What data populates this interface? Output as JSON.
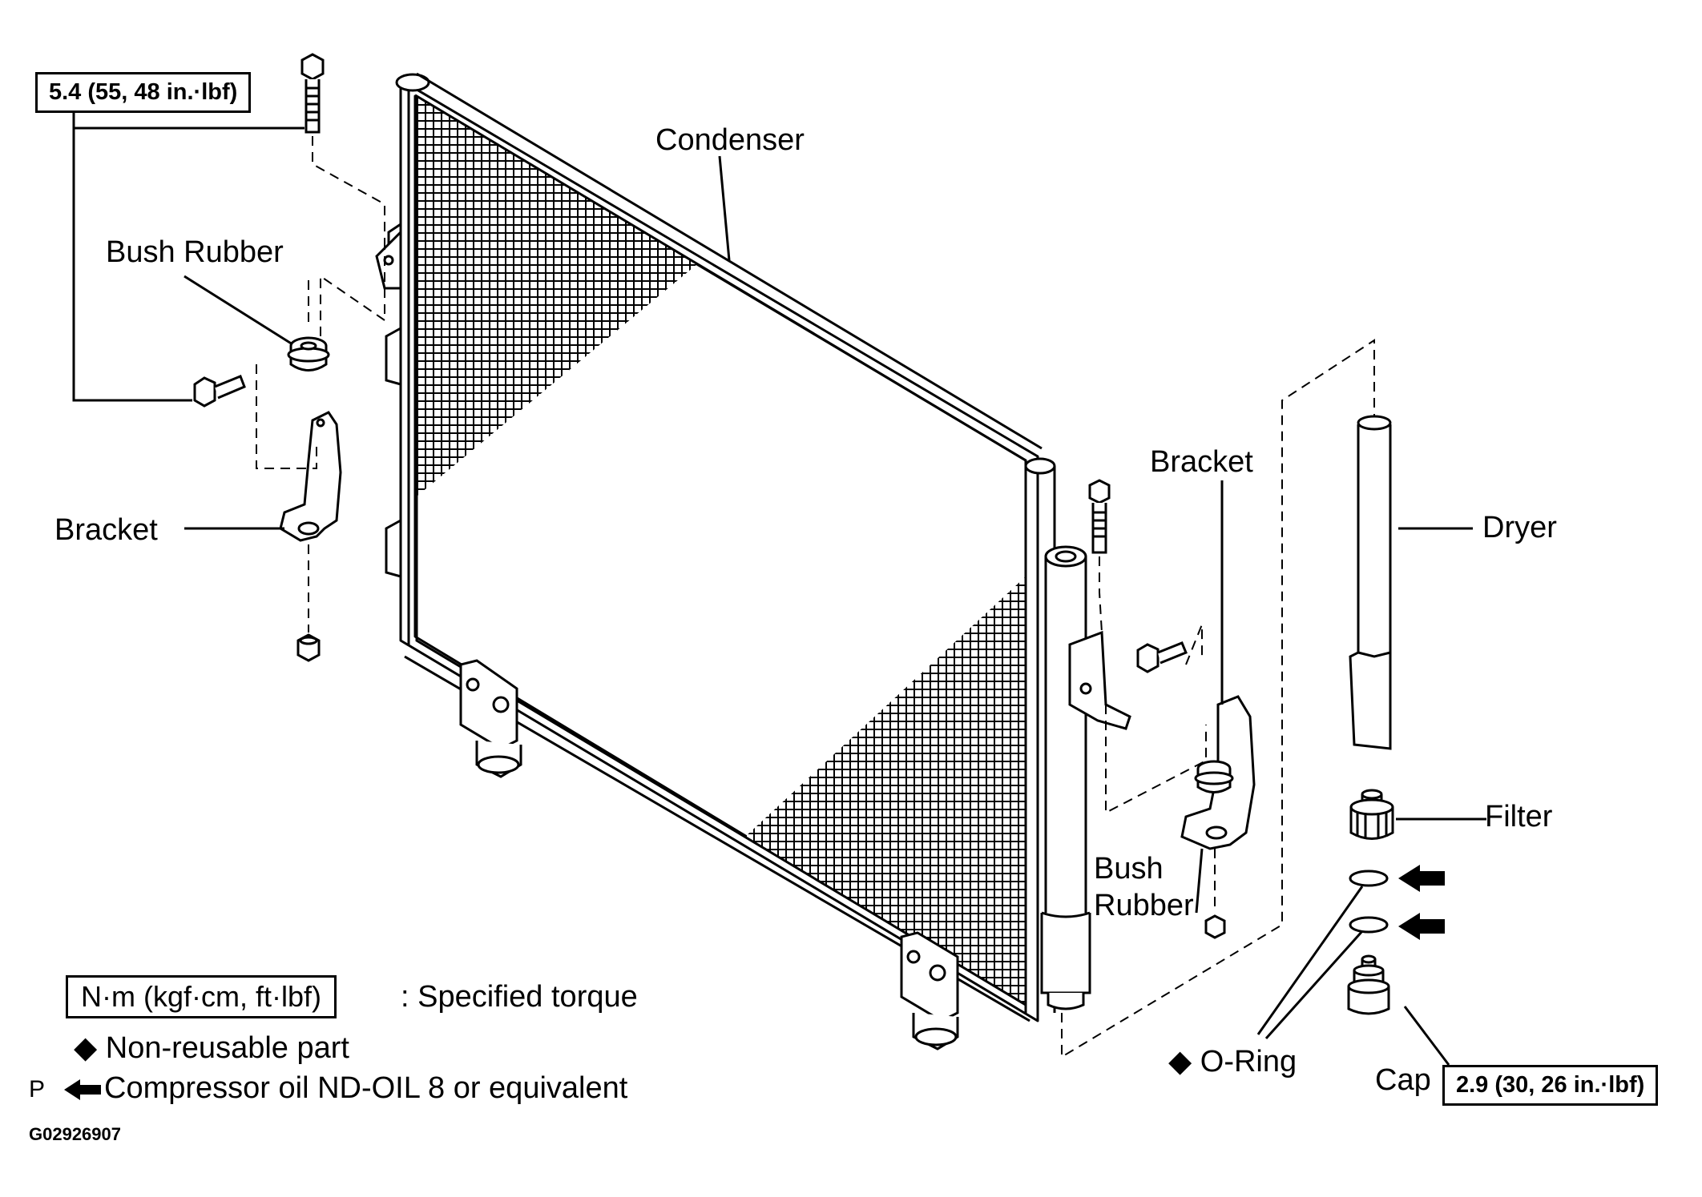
{
  "labels": {
    "condenser": "Condenser",
    "bush_rubber_left": "Bush Rubber",
    "bracket_left": "Bracket",
    "bracket_right": "Bracket",
    "dryer": "Dryer",
    "filter": "Filter",
    "bush_rubber_right_1": "Bush",
    "bush_rubber_right_2": "Rubber",
    "o_ring": "◆ O-Ring",
    "cap": "Cap"
  },
  "torque": {
    "bolt": "5.4 (55, 48 in.·lbf)",
    "cap": "2.9 (30, 26 in.·lbf)"
  },
  "legend": {
    "unit_box": "N·m (kgf·cm, ft·lbf)",
    "unit_desc": ": Specified torque",
    "non_reusable": "◆  Non-reusable part",
    "p_marker": "P",
    "compressor_oil": "Compressor oil ND-OIL 8 or equivalent"
  },
  "figure_id": "G02926907"
}
